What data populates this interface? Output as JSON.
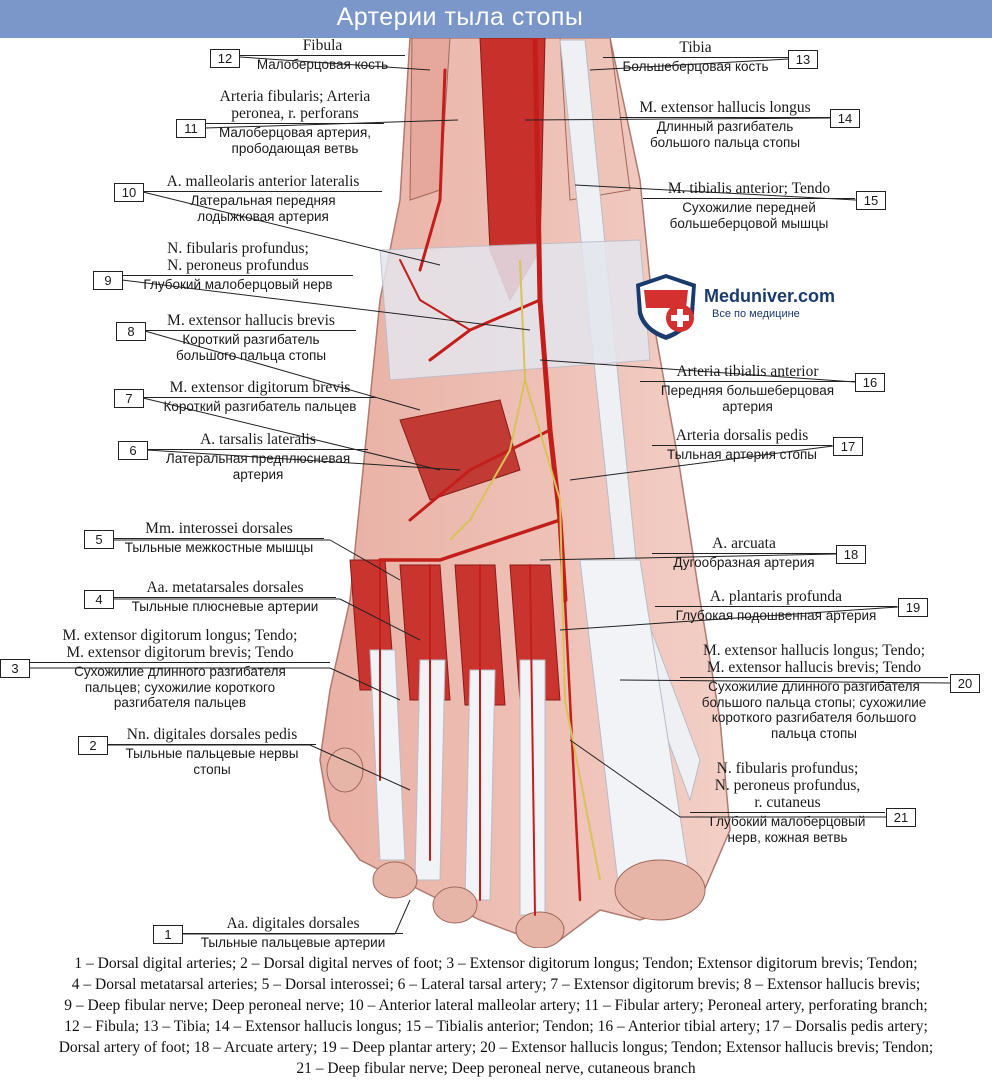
{
  "title": "Артерии тыла стопы",
  "logo": {
    "name": "Meduniver.com",
    "tagline": "Все по медицине"
  },
  "labels": [
    {
      "num": "12",
      "en": [
        "Fibula"
      ],
      "ru": [
        "Малоберцовая кость"
      ]
    },
    {
      "num": "11",
      "en": [
        "Arteria fibularis; Arteria",
        "peronea, r. perforans"
      ],
      "ru": [
        "Малоберцовая артерия,",
        "прободающая ветвь"
      ]
    },
    {
      "num": "10",
      "en": [
        "A. malleolaris anterior lateralis"
      ],
      "ru": [
        "Латеральная передняя",
        "лодыжковая артерия"
      ]
    },
    {
      "num": "9",
      "en": [
        "N. fibularis profundus;",
        "N. peroneus profundus"
      ],
      "ru": [
        "Глубокий малоберцовый нерв"
      ]
    },
    {
      "num": "8",
      "en": [
        "M. extensor hallucis brevis"
      ],
      "ru": [
        "Короткий разгибатель",
        "большого пальца стопы"
      ]
    },
    {
      "num": "7",
      "en": [
        "M. extensor digitorum brevis"
      ],
      "ru": [
        "Короткий разгибатель пальцев"
      ]
    },
    {
      "num": "6",
      "en": [
        "A. tarsalis lateralis"
      ],
      "ru": [
        "Латеральная предплюсневая",
        "артерия"
      ]
    },
    {
      "num": "5",
      "en": [
        "Mm. interossei dorsales"
      ],
      "ru": [
        "Тыльные межкостные мышцы"
      ]
    },
    {
      "num": "4",
      "en": [
        "Aa. metatarsales dorsales"
      ],
      "ru": [
        "Тыльные плюсневые артерии"
      ]
    },
    {
      "num": "3",
      "en": [
        "M. extensor digitorum longus; Tendo;",
        "M. extensor digitorum brevis; Tendo"
      ],
      "ru": [
        "Сухожилие длинного разгибателя",
        "пальцев; сухожилие короткого",
        "разгибателя пальцев"
      ]
    },
    {
      "num": "2",
      "en": [
        "Nn. digitales dorsales pedis"
      ],
      "ru": [
        "Тыльные пальцевые нервы",
        "стопы"
      ]
    },
    {
      "num": "1",
      "en": [
        "Aa. digitales dorsales"
      ],
      "ru": [
        "Тыльные пальцевые артерии"
      ]
    },
    {
      "num": "13",
      "en": [
        "Tibia"
      ],
      "ru": [
        "Большеберцовая кость"
      ]
    },
    {
      "num": "14",
      "en": [
        "M. extensor hallucis longus"
      ],
      "ru": [
        "Длинный разгибатель",
        "большого пальца стопы"
      ]
    },
    {
      "num": "15",
      "en": [
        "M. tibialis anterior; Tendo"
      ],
      "ru": [
        "Сухожилие передней",
        "большеберцовой мышцы"
      ]
    },
    {
      "num": "16",
      "en": [
        "Arteria tibialis anterior"
      ],
      "ru": [
        "Передняя большеберцовая",
        "артерия"
      ]
    },
    {
      "num": "17",
      "en": [
        "Arteria dorsalis pedis"
      ],
      "ru": [
        "Тыльная артерия стопы"
      ]
    },
    {
      "num": "18",
      "en": [
        "A. arcuata"
      ],
      "ru": [
        "Дугообразная артерия"
      ]
    },
    {
      "num": "19",
      "en": [
        "A. plantaris profunda"
      ],
      "ru": [
        "Глубокая подошвенная артерия"
      ]
    },
    {
      "num": "20",
      "en": [
        "M. extensor hallucis longus; Tendo;",
        "M. extensor hallucis brevis; Tendo"
      ],
      "ru": [
        "Сухожилие длинного разгибателя",
        "большого пальца стопы; сухожилие",
        "короткого разгибателя большого",
        "пальца стопы"
      ]
    },
    {
      "num": "21",
      "en": [
        "N. fibularis profundus;",
        "N. peroneus profundus,",
        "r. cutaneus"
      ],
      "ru": [
        "Глубокий малоберцовый",
        "нерв, кожная ветвь"
      ]
    }
  ],
  "legend": [
    "1 – Dorsal digital arteries; 2 – Dorsal digital nerves of foot; 3 – Extensor digitorum longus; Tendon; Extensor digitorum brevis; Tendon;",
    "4 – Dorsal metatarsal arteries; 5 – Dorsal interossei; 6 – Lateral tarsal artery; 7 – Extensor digitorum brevis; 8 – Extensor hallucis brevis;",
    "9 – Deep fibular nerve; Deep peroneal nerve; 10 – Anterior lateral malleolar artery; 11 – Fibular artery; Peroneal artery, perforating branch;",
    "12 – Fibula; 13 – Tibia; 14 – Extensor hallucis longus; 15 – Tibialis anterior; Tendon; 16 – Anterior tibial artery; 17 – Dorsalis pedis artery;",
    "Dorsal artery of foot; 18 – Arcuate artery; 19 – Deep plantar artery; 20 – Extensor hallucis longus; Tendon; Extensor hallucis brevis; Tendon;",
    "21 – Deep fibular nerve; Deep peroneal nerve, cutaneous branch"
  ]
}
